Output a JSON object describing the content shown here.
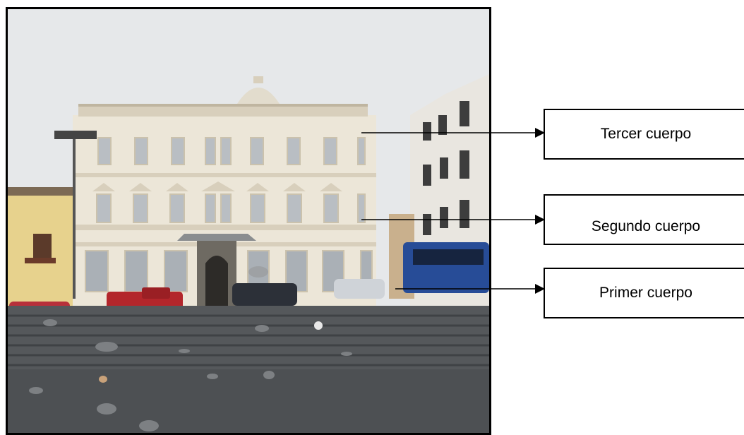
{
  "labels": {
    "third": "Tercer cuerpo",
    "second": "Segundo cuerpo",
    "first": "Primer cuerpo"
  },
  "colors": {
    "sky": "#e6e8ea",
    "facade": "#ece6d8",
    "trim": "#d8cfbc",
    "stairs": "#55585b",
    "plaza": "#4d5053",
    "yellow_building": "#e7d28d",
    "right_building": "#e9e6e0",
    "red_truck": "#b3262b",
    "blue_bus": "#274c97",
    "line": "#000000"
  }
}
